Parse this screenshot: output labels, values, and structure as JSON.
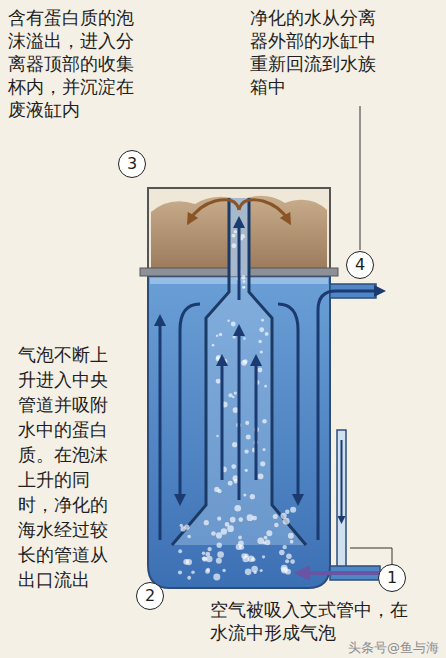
{
  "diagram": {
    "nodes": [
      {
        "text": [
          "3"
        ]
      },
      {
        "text": [
          "4"
        ]
      },
      {
        "text": [
          "2"
        ]
      },
      {
        "text": [
          "1"
        ]
      }
    ],
    "labels": [
      "含有蛋白质的泡沫溢出，进入分离器顶部的收集杯内，并沉淀在废液缸内",
      "净化的水从分离器外部的水缸中重新回流到水族箱中",
      "气泡不断上升进入中央管道并吸附水中的蛋白质。在泡沫上升的同时，净化的海水经过较长的管道从出口流出",
      "空气被吸入文式管中，在水流中形成气泡",
      "头条号@鱼与海"
    ]
  }
}
